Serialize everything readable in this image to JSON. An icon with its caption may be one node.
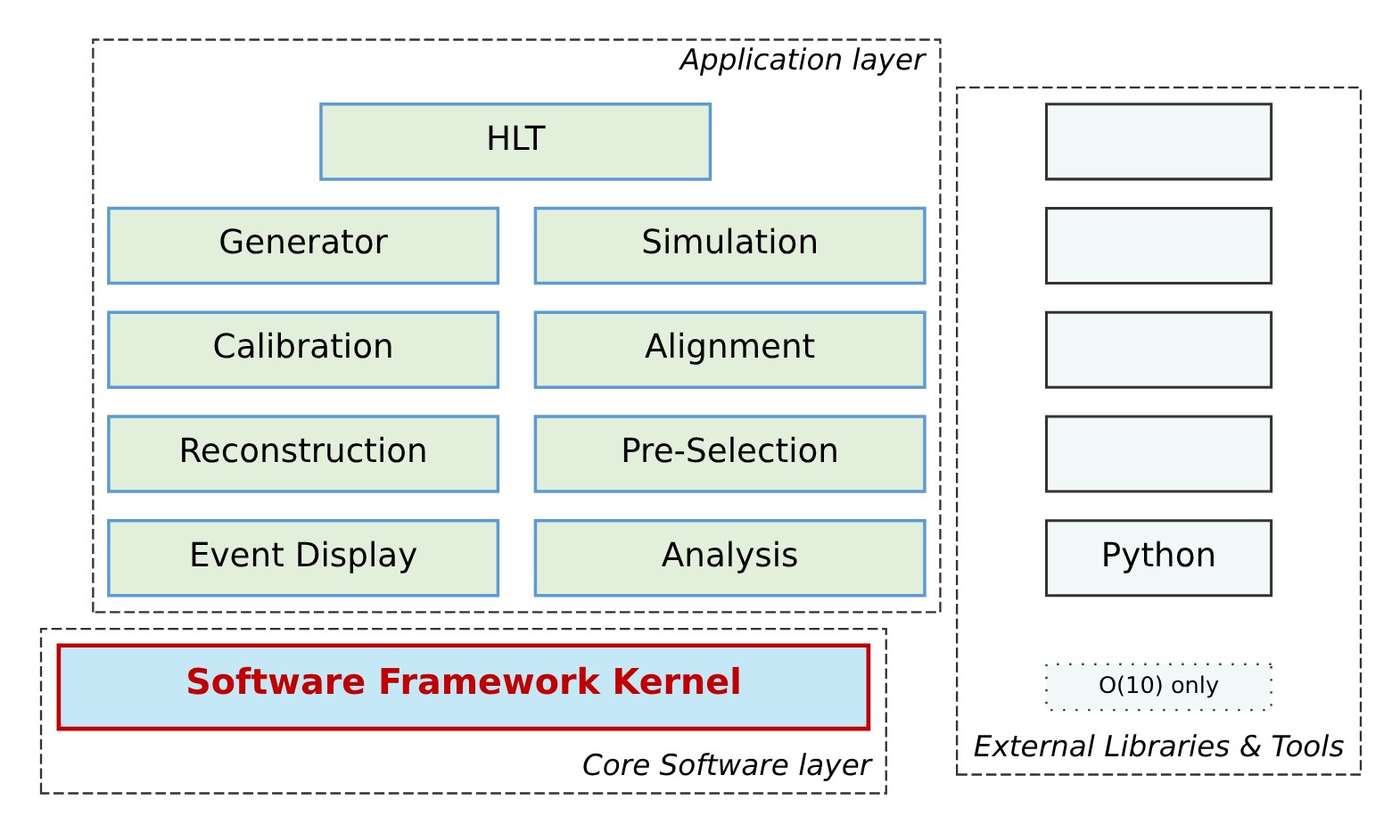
{
  "diagram": {
    "nodes": [
      {
        "text": [
          "Application layer"
        ]
      },
      {
        "text": [
          "HLT"
        ],
        "in": 0
      },
      {
        "text": [
          "Generator"
        ],
        "in": 0
      },
      {
        "text": [
          "Simulation"
        ],
        "in": 0
      },
      {
        "text": [
          "Calibration"
        ],
        "in": 0
      },
      {
        "text": [
          "Alignment"
        ],
        "in": 0
      },
      {
        "text": [
          "Reconstruction"
        ],
        "in": 0
      },
      {
        "text": [
          "Pre-Selection"
        ],
        "in": 0
      },
      {
        "text": [
          "Event Display"
        ],
        "in": 0
      },
      {
        "text": [
          "Analysis"
        ],
        "in": 0
      },
      {
        "text": [
          "Core Software layer"
        ]
      },
      {
        "text": [
          "Software Framework Kernel"
        ],
        "in": 10
      },
      {
        "text": [
          "External Libraries & Tools"
        ]
      },
      {
        "text": [],
        "shape": "box",
        "in": 12
      },
      {
        "text": [],
        "shape": "box",
        "in": 12
      },
      {
        "text": [],
        "shape": "box",
        "in": 12
      },
      {
        "text": [],
        "shape": "box",
        "in": 12
      },
      {
        "text": [
          "Python"
        ],
        "in": 12
      },
      {
        "text": [
          "O(10) only"
        ],
        "in": 12
      }
    ]
  }
}
